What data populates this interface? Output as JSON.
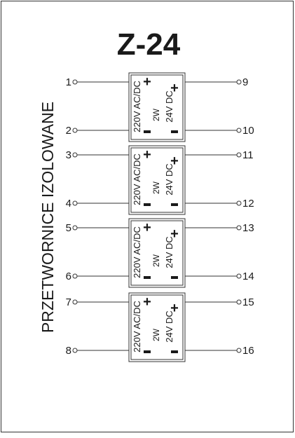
{
  "title": "Z-24",
  "side_label": "PRZETWORNICE IZOLOWANE",
  "modules": [
    {
      "input_label": "220V AC/DC",
      "power_label": "2W",
      "output_label": "24V DC",
      "plus": "+",
      "minus": "-",
      "in_plus_terminal": "1",
      "in_minus_terminal": "2",
      "out_plus_terminal": "9",
      "out_minus_terminal": "10"
    },
    {
      "input_label": "220V AC/DC",
      "power_label": "2W",
      "output_label": "24V DC",
      "plus": "+",
      "minus": "-",
      "in_plus_terminal": "3",
      "in_minus_terminal": "4",
      "out_plus_terminal": "11",
      "out_minus_terminal": "12"
    },
    {
      "input_label": "220V AC/DC",
      "power_label": "2W",
      "output_label": "24V DC",
      "plus": "+",
      "minus": "-",
      "in_plus_terminal": "5",
      "in_minus_terminal": "6",
      "out_plus_terminal": "13",
      "out_minus_terminal": "14"
    },
    {
      "input_label": "220V AC/DC",
      "power_label": "2W",
      "output_label": "24V DC",
      "plus": "+",
      "minus": "-",
      "in_plus_terminal": "7",
      "in_minus_terminal": "8",
      "out_plus_terminal": "15",
      "out_minus_terminal": "16"
    }
  ]
}
